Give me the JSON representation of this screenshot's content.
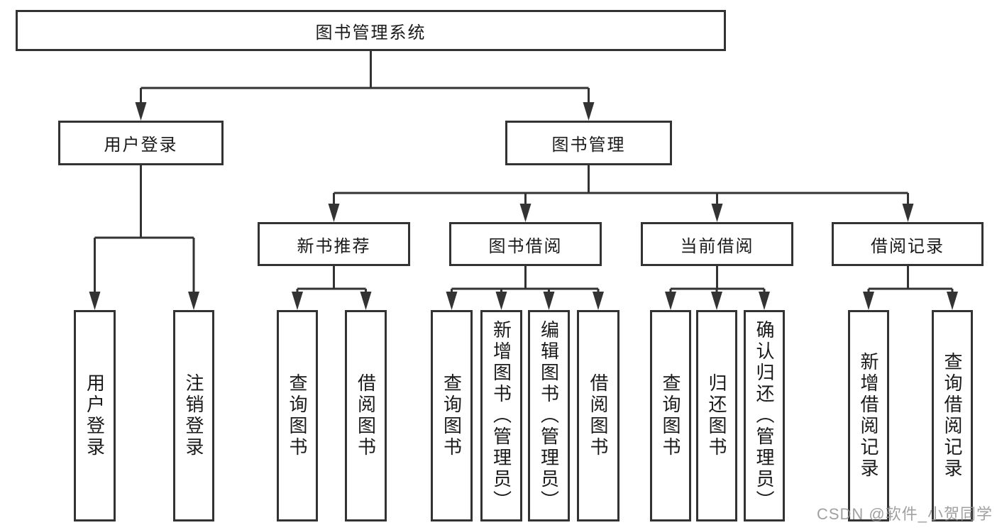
{
  "diagram_title": "图书管理系统",
  "nodes": {
    "root": "图书管理系统",
    "user_login": "用户登录",
    "book_mgmt": "图书管理",
    "new_book_rec": "新书推荐",
    "book_borrow": "图书借阅",
    "current_borrow": "当前借阅",
    "borrow_record": "借阅记录",
    "leaf_user_login": "用户登录",
    "leaf_logout": "注销登录",
    "leaf_query_book_a": "查询图书",
    "leaf_borrow_book_a": "借阅图书",
    "leaf_query_book_b": "查询图书",
    "leaf_add_book": "新增图书（管理员）",
    "leaf_edit_book": "编辑图书（管理员）",
    "leaf_borrow_book_b": "借阅图书",
    "leaf_query_book_c": "查询图书",
    "leaf_return_book": "归还图书",
    "leaf_confirm_return": "确认归还（管理员）",
    "leaf_add_record": "新增借阅记录",
    "leaf_query_record": "查询借阅记录"
  },
  "hierarchy": {
    "图书管理系统": {
      "用户登录": [
        "用户登录",
        "注销登录"
      ],
      "图书管理": {
        "新书推荐": [
          "查询图书",
          "借阅图书"
        ],
        "图书借阅": [
          "查询图书",
          "新增图书（管理员）",
          "编辑图书（管理员）",
          "借阅图书"
        ],
        "当前借阅": [
          "查询图书",
          "归还图书",
          "确认归还（管理员）"
        ],
        "借阅记录": [
          "新增借阅记录",
          "查询借阅记录"
        ]
      }
    }
  },
  "watermark": "CSDN @软件_小贺同学",
  "colors": {
    "line": "#333333",
    "box_border": "#333333",
    "box_fill": "#ffffff",
    "text": "#1a1a1a",
    "watermark": "#919191",
    "background": "#ffffff"
  }
}
